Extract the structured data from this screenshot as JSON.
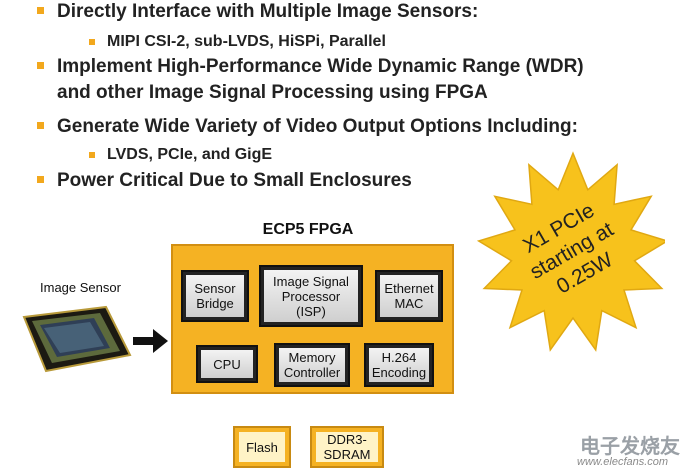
{
  "bullets": [
    {
      "level": 1,
      "text": "Directly Interface with Multiple Image Sensors:"
    },
    {
      "level": 2,
      "text": "MIPI CSI-2, sub-LVDS, HiSPi, Parallel"
    },
    {
      "level": 1,
      "text": "Implement High-Performance Wide Dynamic Range (WDR)"
    },
    {
      "level": 1,
      "text": "and other Image Signal Processing using FPGA",
      "continuation": true
    },
    {
      "level": 1,
      "text": "Generate Wide Variety of Video Output Options Including:"
    },
    {
      "level": 2,
      "text": "LVDS, PCIe, and GigE"
    },
    {
      "level": 1,
      "text": "Power Critical Due to Small Enclosures"
    }
  ],
  "diagram": {
    "fpga_title": "ECP5 FPGA",
    "sensor_label": "Image Sensor",
    "blocks": {
      "sensor_bridge": [
        "Sensor",
        "Bridge"
      ],
      "isp": [
        "Image Signal",
        "Processor",
        "(ISP)"
      ],
      "ethernet_mac": [
        "Ethernet",
        "MAC"
      ],
      "cpu": [
        "CPU"
      ],
      "memory_controller": [
        "Memory",
        "Controller"
      ],
      "h264": [
        "H.264",
        "Encoding"
      ]
    },
    "memories": {
      "flash": [
        "Flash"
      ],
      "ddr3": [
        "DDR3-",
        "SDRAM"
      ]
    },
    "starburst": [
      "X1 PCIe",
      "starting at",
      "0.25W"
    ]
  },
  "watermark": {
    "logo": "电子发烧友",
    "url": "www.elecfans.com"
  },
  "colors": {
    "accent": "#f2a81d",
    "fpga": "#f5b223",
    "star": "#f7c21c"
  }
}
